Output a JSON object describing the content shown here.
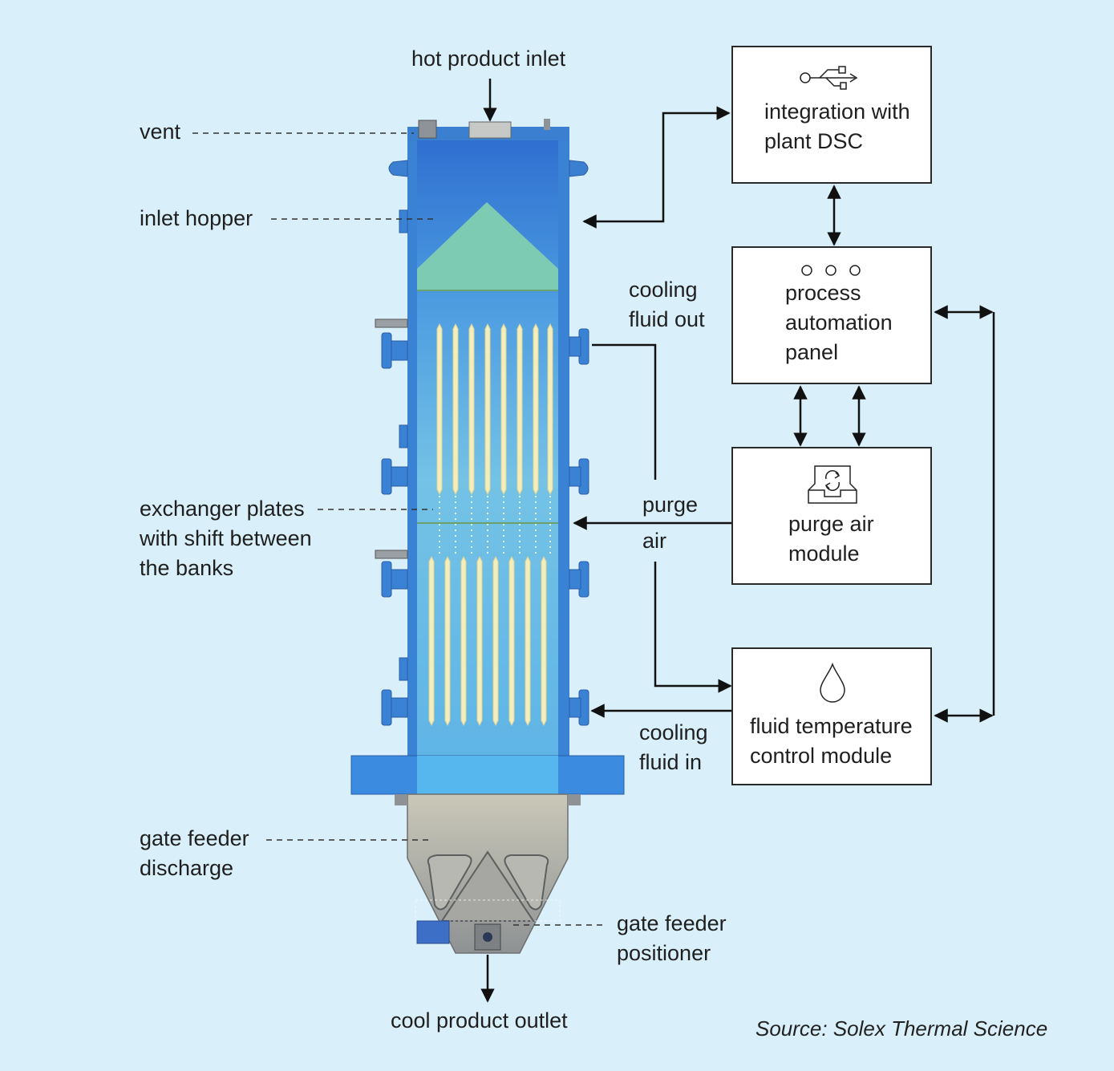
{
  "labels": {
    "hot_product_inlet": "hot product inlet",
    "vent": "vent",
    "inlet_hopper": "inlet hopper",
    "exchanger_plates": [
      "exchanger plates",
      "with shift between",
      "the banks"
    ],
    "gate_feeder_discharge": [
      "gate feeder",
      "discharge"
    ],
    "gate_feeder_positioner": [
      "gate feeder",
      "positioner"
    ],
    "cool_product_outlet": "cool product outlet",
    "cooling_fluid_out": [
      "cooling",
      "fluid out"
    ],
    "purge_air": [
      "purge",
      "air"
    ],
    "cooling_fluid_in": [
      "cooling",
      "fluid in"
    ]
  },
  "boxes": {
    "integration": {
      "lines": [
        "integration with",
        "plant DSC"
      ],
      "icon": "usb-icon"
    },
    "process": {
      "lines": [
        "process",
        "automation",
        "panel"
      ],
      "icon": "indicator-lights-icon"
    },
    "purge": {
      "lines": [
        "purge air",
        "module"
      ],
      "icon": "purge-module-icon"
    },
    "fluid": {
      "lines": [
        "fluid temperature",
        "control module"
      ],
      "icon": "droplet-icon"
    }
  },
  "source": "Source: Solex Thermal Science",
  "colors": {
    "background": "#d9eff9",
    "frame_blue": "#3d86d6",
    "hopper_green": "#7ecbb4",
    "plate_yellow": "#f3eebb",
    "steel_grey": "#a9aaa6"
  }
}
